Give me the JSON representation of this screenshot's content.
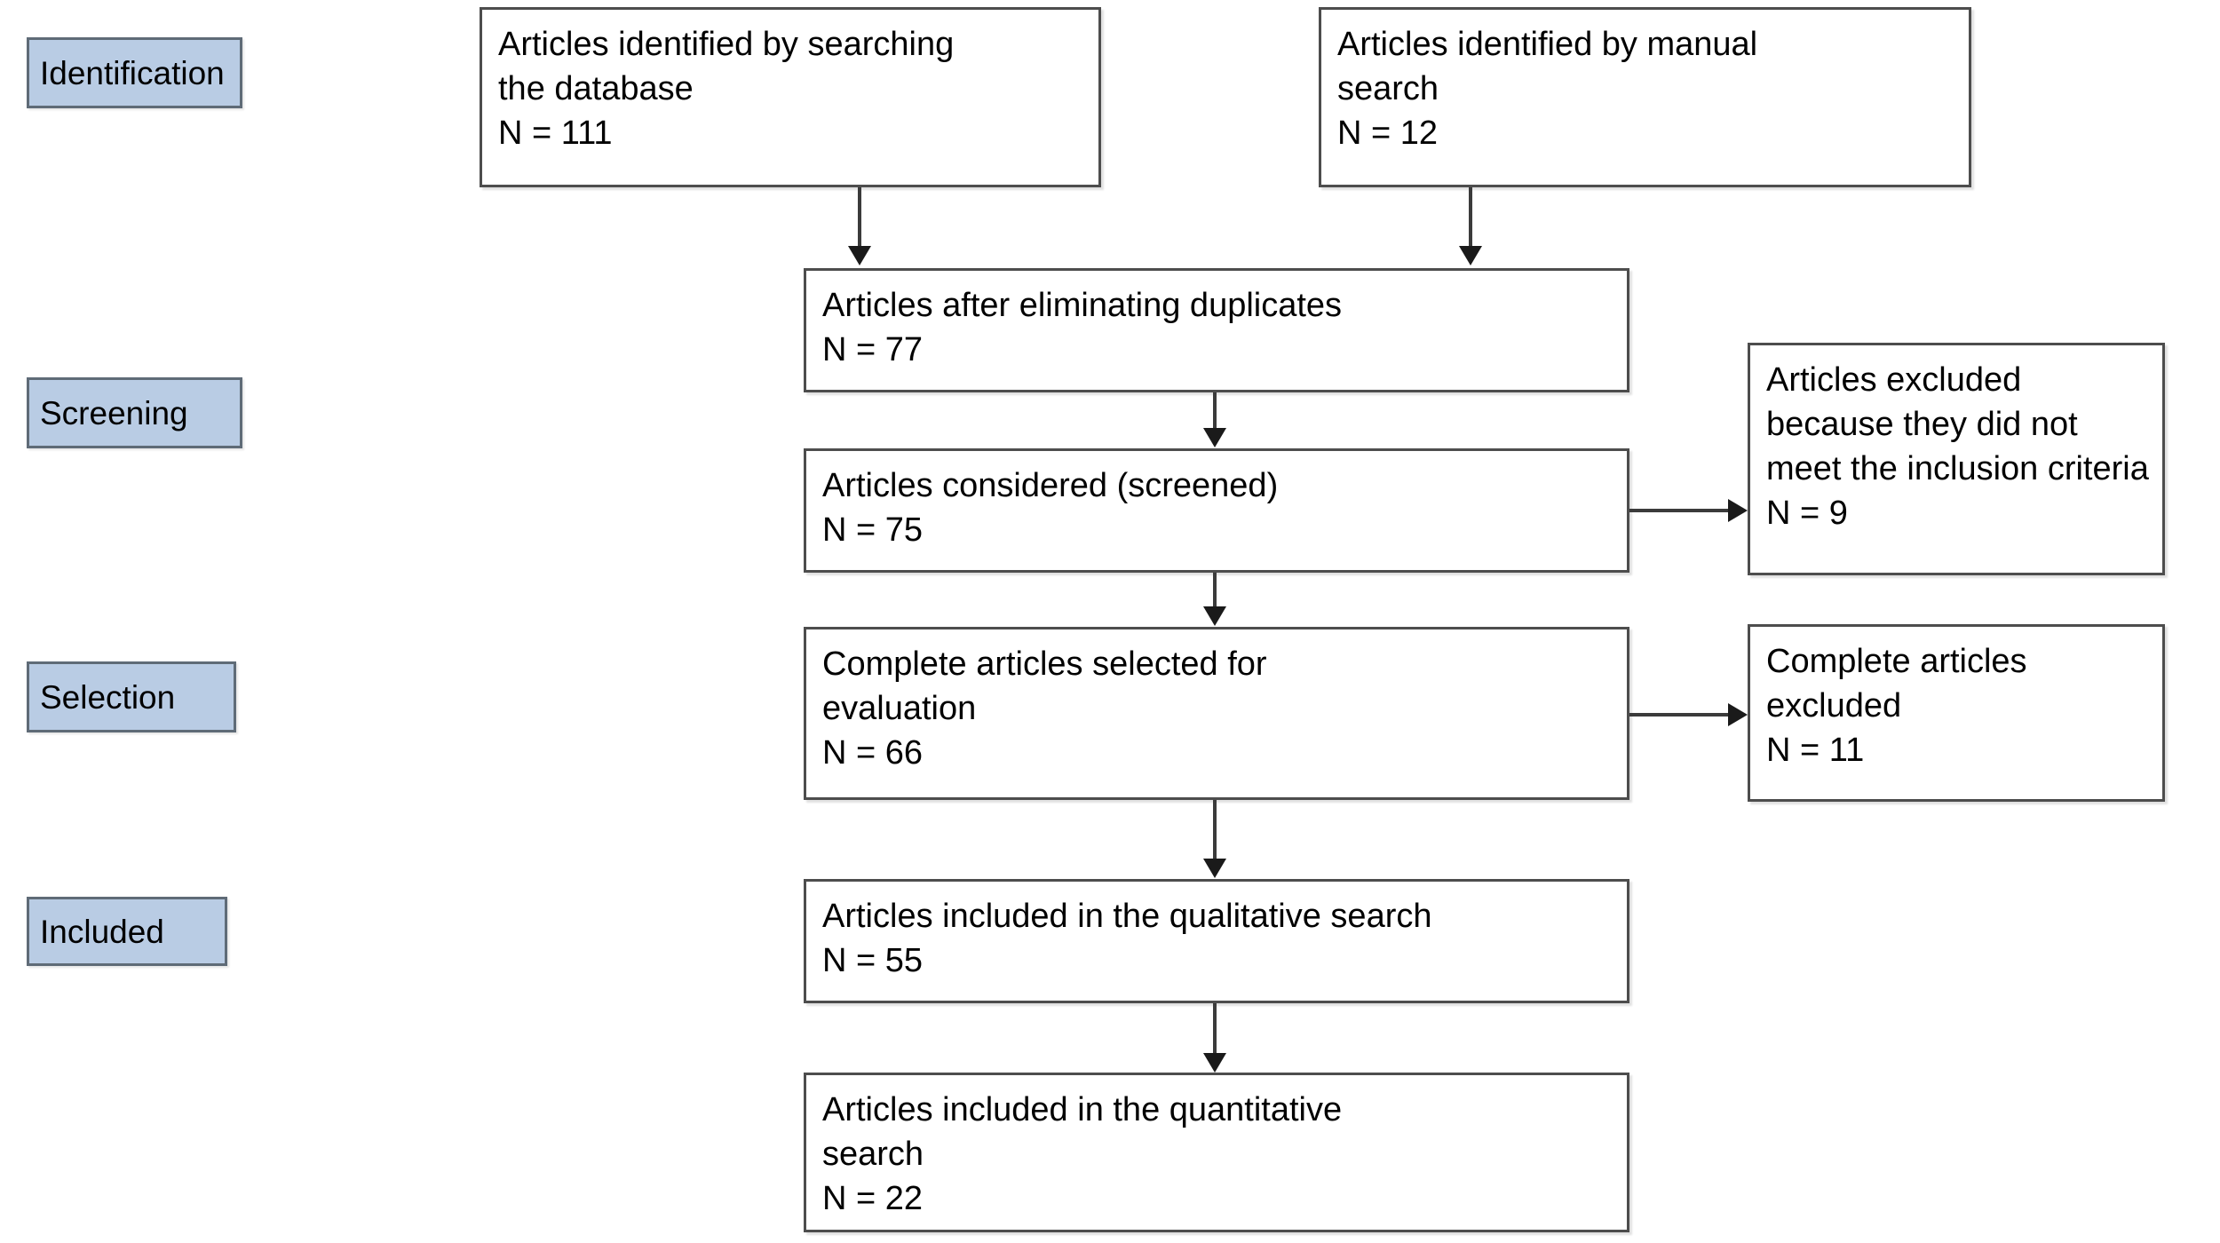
{
  "diagram": {
    "title": "PRISMA article selection flow diagram",
    "accent_color": "#b9cce4",
    "box_border_color": "#4d4d4d",
    "label_border_color": "#5f6b77",
    "connector_color": "#3b3b3b"
  },
  "stages": [
    {
      "id": "identification",
      "label": "Identification"
    },
    {
      "id": "screening",
      "label": "Screening"
    },
    {
      "id": "selection",
      "label": "Selection"
    },
    {
      "id": "included",
      "label": "Included"
    }
  ],
  "nodes": {
    "database_search": {
      "text": "Articles identified by searching\nthe database\nN = 111",
      "count_label": "N = 111",
      "count": 111
    },
    "manual_search": {
      "text": "Articles identified by manual\nsearch\nN = 12",
      "count_label": "N = 12",
      "count": 12
    },
    "after_duplicates": {
      "text": "Articles after eliminating duplicates\nN = 77",
      "count_label": "N = 77",
      "count": 77
    },
    "screened": {
      "text": "Articles considered (screened)\nN = 75",
      "count_label": "N = 75",
      "count": 75
    },
    "excluded_criteria": {
      "text": "Articles excluded\nbecause they did not\nmeet the inclusion criteria\nN = 9",
      "count_label": "N = 9",
      "count": 9
    },
    "full_text_assessed": {
      "text": "Complete articles selected for\n evaluation\nN = 66",
      "count_label": "N = 66",
      "count": 66
    },
    "full_text_excluded": {
      "text": "Complete articles\nexcluded\nN = 11",
      "count_label": "N = 11",
      "count": 11
    },
    "qualitative": {
      "text": "Articles included in the qualitative search\nN = 55",
      "count_label": "N = 55",
      "count": 55
    },
    "quantitative": {
      "text": "Articles included in the quantitative\nsearch\nN = 22",
      "count_label": "N = 22",
      "count": 22
    }
  },
  "edges": [
    {
      "id": "database-to-duplicates",
      "from": "database_search",
      "to": "after_duplicates",
      "direction": "down"
    },
    {
      "id": "manual-to-duplicates",
      "from": "manual_search",
      "to": "after_duplicates",
      "direction": "down"
    },
    {
      "id": "duplicates-to-screened",
      "from": "after_duplicates",
      "to": "screened",
      "direction": "down"
    },
    {
      "id": "screened-to-excluded",
      "from": "screened",
      "to": "excluded_criteria",
      "direction": "right"
    },
    {
      "id": "screened-to-fulltext",
      "from": "screened",
      "to": "full_text_assessed",
      "direction": "down"
    },
    {
      "id": "fulltext-to-excluded",
      "from": "full_text_assessed",
      "to": "full_text_excluded",
      "direction": "right"
    },
    {
      "id": "fulltext-to-qualitative",
      "from": "full_text_assessed",
      "to": "qualitative",
      "direction": "down"
    },
    {
      "id": "qualitative-to-quantitative",
      "from": "qualitative",
      "to": "quantitative",
      "direction": "down"
    }
  ]
}
